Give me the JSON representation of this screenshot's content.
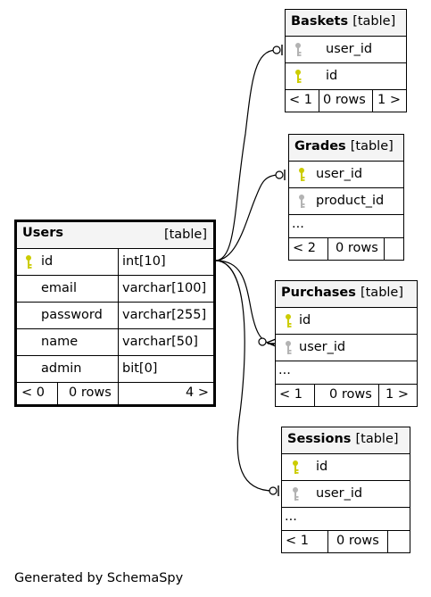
{
  "credit": "Generated by SchemaSpy",
  "colors": {
    "primary_key": "#cccc00",
    "foreign_key": "#b3b3b3",
    "header_bg": "#f4f4f4"
  },
  "tables": {
    "baskets": {
      "name": "Baskets",
      "tag": "[table]",
      "columns": [
        "user_id",
        "id"
      ],
      "footer": [
        "< 1",
        "0 rows",
        "1 >"
      ]
    },
    "grades": {
      "name": "Grades",
      "tag": "[table]",
      "columns": [
        "user_id",
        "product_id"
      ],
      "ellipsis": "...",
      "footer": [
        "< 2",
        "0 rows",
        ""
      ]
    },
    "users": {
      "name": "Users",
      "tag": "[table]",
      "columns": [
        {
          "name": "id",
          "type": "int[10]"
        },
        {
          "name": "email",
          "type": "varchar[100]"
        },
        {
          "name": "password",
          "type": "varchar[255]"
        },
        {
          "name": "name",
          "type": "varchar[50]"
        },
        {
          "name": "admin",
          "type": "bit[0]"
        }
      ],
      "footer": [
        "< 0",
        "0 rows",
        "4 >"
      ]
    },
    "purchases": {
      "name": "Purchases",
      "tag": "[table]",
      "columns": [
        "id",
        "user_id"
      ],
      "ellipsis": "...",
      "footer": [
        "< 1",
        "0 rows",
        "1 >"
      ]
    },
    "sessions": {
      "name": "Sessions",
      "tag": "[table]",
      "columns": [
        "id",
        "user_id"
      ],
      "ellipsis": "...",
      "footer": [
        "< 1",
        "0 rows",
        ""
      ]
    }
  }
}
